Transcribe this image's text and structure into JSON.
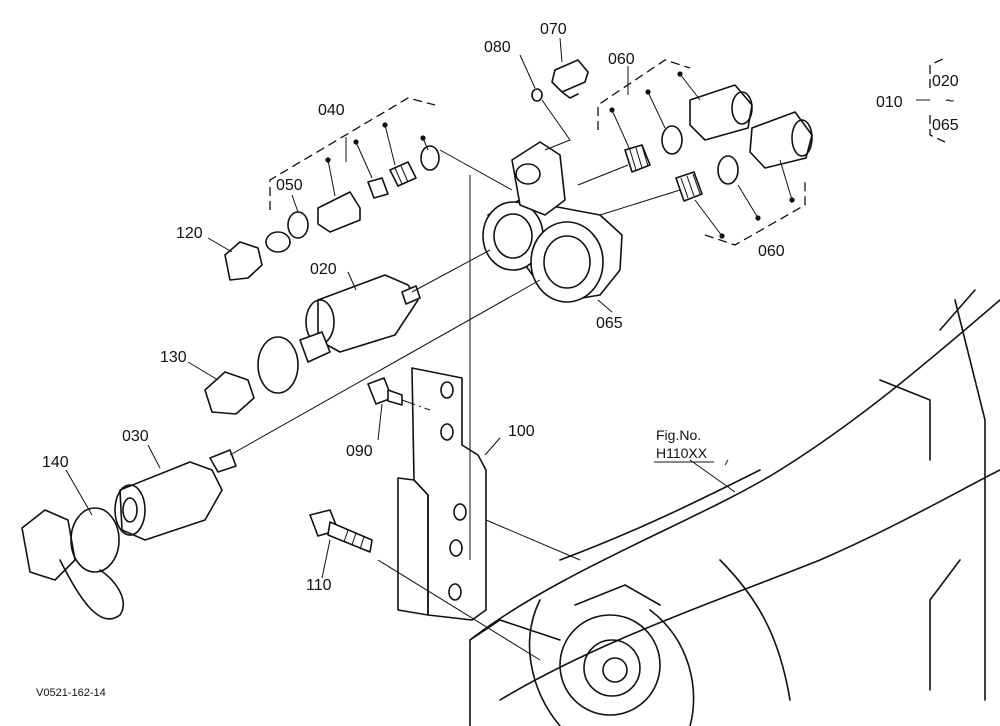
{
  "diagram": {
    "callouts": {
      "p010": "010",
      "p020": "020",
      "p030": "030",
      "p040": "040",
      "p050": "050",
      "p060a": "060",
      "p060b": "060",
      "p065": "065",
      "p070": "070",
      "p080": "080",
      "p090": "090",
      "p100": "100",
      "p110": "110",
      "p120": "120",
      "p130": "130",
      "p140": "140"
    },
    "range_note": {
      "from": "020",
      "tilde": "~",
      "to": "065"
    },
    "fig_ref": {
      "label": "Fig.No.",
      "number": "H110XX"
    },
    "drawing_code": "V0521-162-14"
  },
  "colors": {
    "line": "#111111",
    "background": "#ffffff"
  }
}
